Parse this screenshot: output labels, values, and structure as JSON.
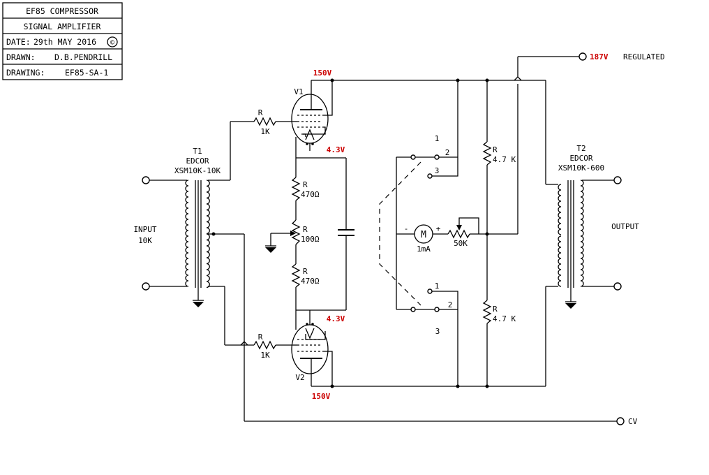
{
  "title_block": {
    "title_line1": "EF85 COMPRESSOR",
    "title_line2": "SIGNAL AMPLIFIER",
    "date_label": "DATE:",
    "date_value": "29th MAY 2016",
    "copyright": "©",
    "drawn_label": "DRAWN:",
    "drawn_value": "D.B.PENDRILL",
    "drawing_label": "DRAWING:",
    "drawing_value": "EF85-SA-1"
  },
  "colors": {
    "wire": "#000000",
    "voltage": "#cc0000"
  },
  "supply": {
    "voltage": "187V",
    "label": "REGULATED"
  },
  "input": {
    "label_line1": "INPUT",
    "label_line2": "10K"
  },
  "output": {
    "label": "OUTPUT"
  },
  "cv": {
    "label": "CV"
  },
  "t1": {
    "ref": "T1",
    "make": "EDCOR",
    "model": "XSM10K-10K"
  },
  "t2": {
    "ref": "T2",
    "make": "EDCOR",
    "model": "XSM10K-600"
  },
  "v1": {
    "ref": "V1",
    "anode_voltage": "150V",
    "cathode_voltage": "4.3V"
  },
  "v2": {
    "ref": "V2",
    "anode_voltage": "150V",
    "cathode_voltage": "4.3V"
  },
  "grid_resistors": {
    "r1_ref": "R",
    "r1_value": "1K",
    "r2_ref": "R",
    "r2_value": "1K"
  },
  "cathode_network": {
    "r_top_ref": "R",
    "r_top_value": "470Ω",
    "pot_ref": "R",
    "pot_value": "100Ω",
    "r_bot_ref": "R",
    "r_bot_value": "470Ω"
  },
  "meter": {
    "symbol": "M",
    "range": "1mA",
    "minus": "-",
    "plus": "+",
    "trim_value": "50K"
  },
  "divider": {
    "r_top_ref": "R",
    "r_top_value": "4.7 K",
    "r_bot_ref": "R",
    "r_bot_value": "4.7 K"
  },
  "switch": {
    "upper_pos1": "1",
    "upper_pos2": "2",
    "upper_pos3": "3",
    "lower_pos1": "1",
    "lower_pos2": "2",
    "lower_pos3": "3"
  }
}
